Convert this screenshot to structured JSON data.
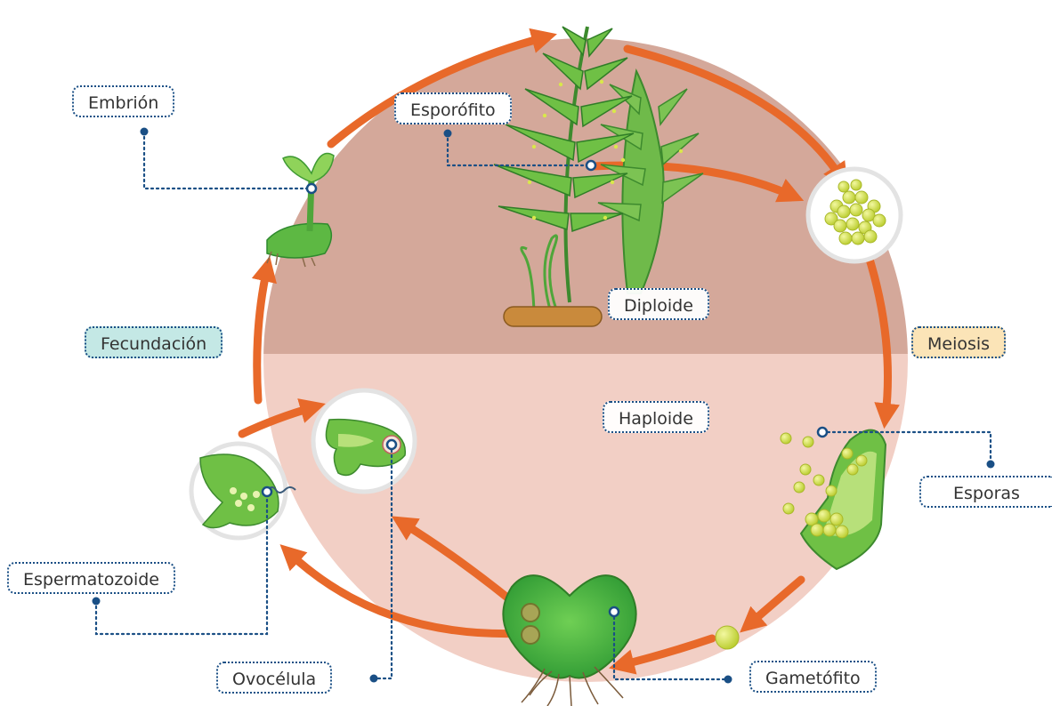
{
  "labels": {
    "embrion": "Embrión",
    "esporofito": "Esporófito",
    "diploide": "Diploide",
    "meiosis": "Meiosis",
    "fecundacion": "Fecundación",
    "haploide": "Haploide",
    "esporas": "Esporas",
    "espermatozoide": "Espermatozoide",
    "ovocelula": "Ovocélula",
    "gametofito": "Gametófito"
  },
  "colors": {
    "diploid_zone": "#d4a89a",
    "haploid_zone": "#f2cfc5",
    "arrow": "#e8692a",
    "leader_line": "#1a4f85",
    "plant_green": "#5db843",
    "spore_yellow": "#d9e84a",
    "fecundacion_badge": "#c4e8e5",
    "meiosis_badge": "#fbe4b7"
  }
}
